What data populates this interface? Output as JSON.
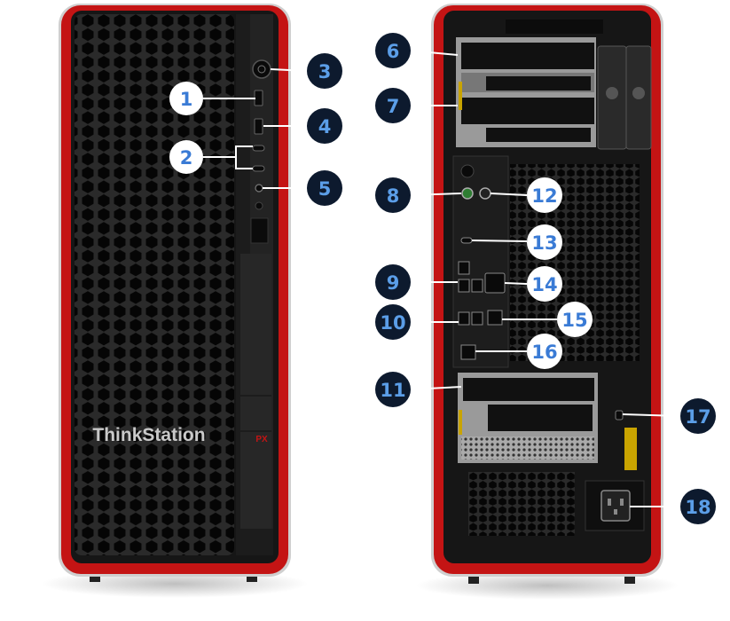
{
  "front": {
    "brand": "ThinkStation",
    "model_badge": "PX"
  },
  "callouts": [
    {
      "id": "c1",
      "label": "1"
    },
    {
      "id": "c2",
      "label": "2"
    },
    {
      "id": "c3",
      "label": "3"
    },
    {
      "id": "c4",
      "label": "4"
    },
    {
      "id": "c5",
      "label": "5"
    },
    {
      "id": "c6",
      "label": "6"
    },
    {
      "id": "c7",
      "label": "7"
    },
    {
      "id": "c8",
      "label": "8"
    },
    {
      "id": "c9",
      "label": "9"
    },
    {
      "id": "c10",
      "label": "10"
    },
    {
      "id": "c11",
      "label": "11"
    },
    {
      "id": "c12",
      "label": "12"
    },
    {
      "id": "c13",
      "label": "13"
    },
    {
      "id": "c14",
      "label": "14"
    },
    {
      "id": "c15",
      "label": "15"
    },
    {
      "id": "c16",
      "label": "16"
    },
    {
      "id": "c17",
      "label": "17"
    },
    {
      "id": "c18",
      "label": "18"
    }
  ],
  "colors": {
    "chassis_red": "#c41414",
    "chassis_black": "#161616",
    "callout_dark_fill": "#0d1a2e",
    "callout_dark_text": "#5b9ee8",
    "callout_light_fill": "#ffffff",
    "callout_light_text": "#3a7bd5",
    "leader_line": "#ffffff"
  }
}
